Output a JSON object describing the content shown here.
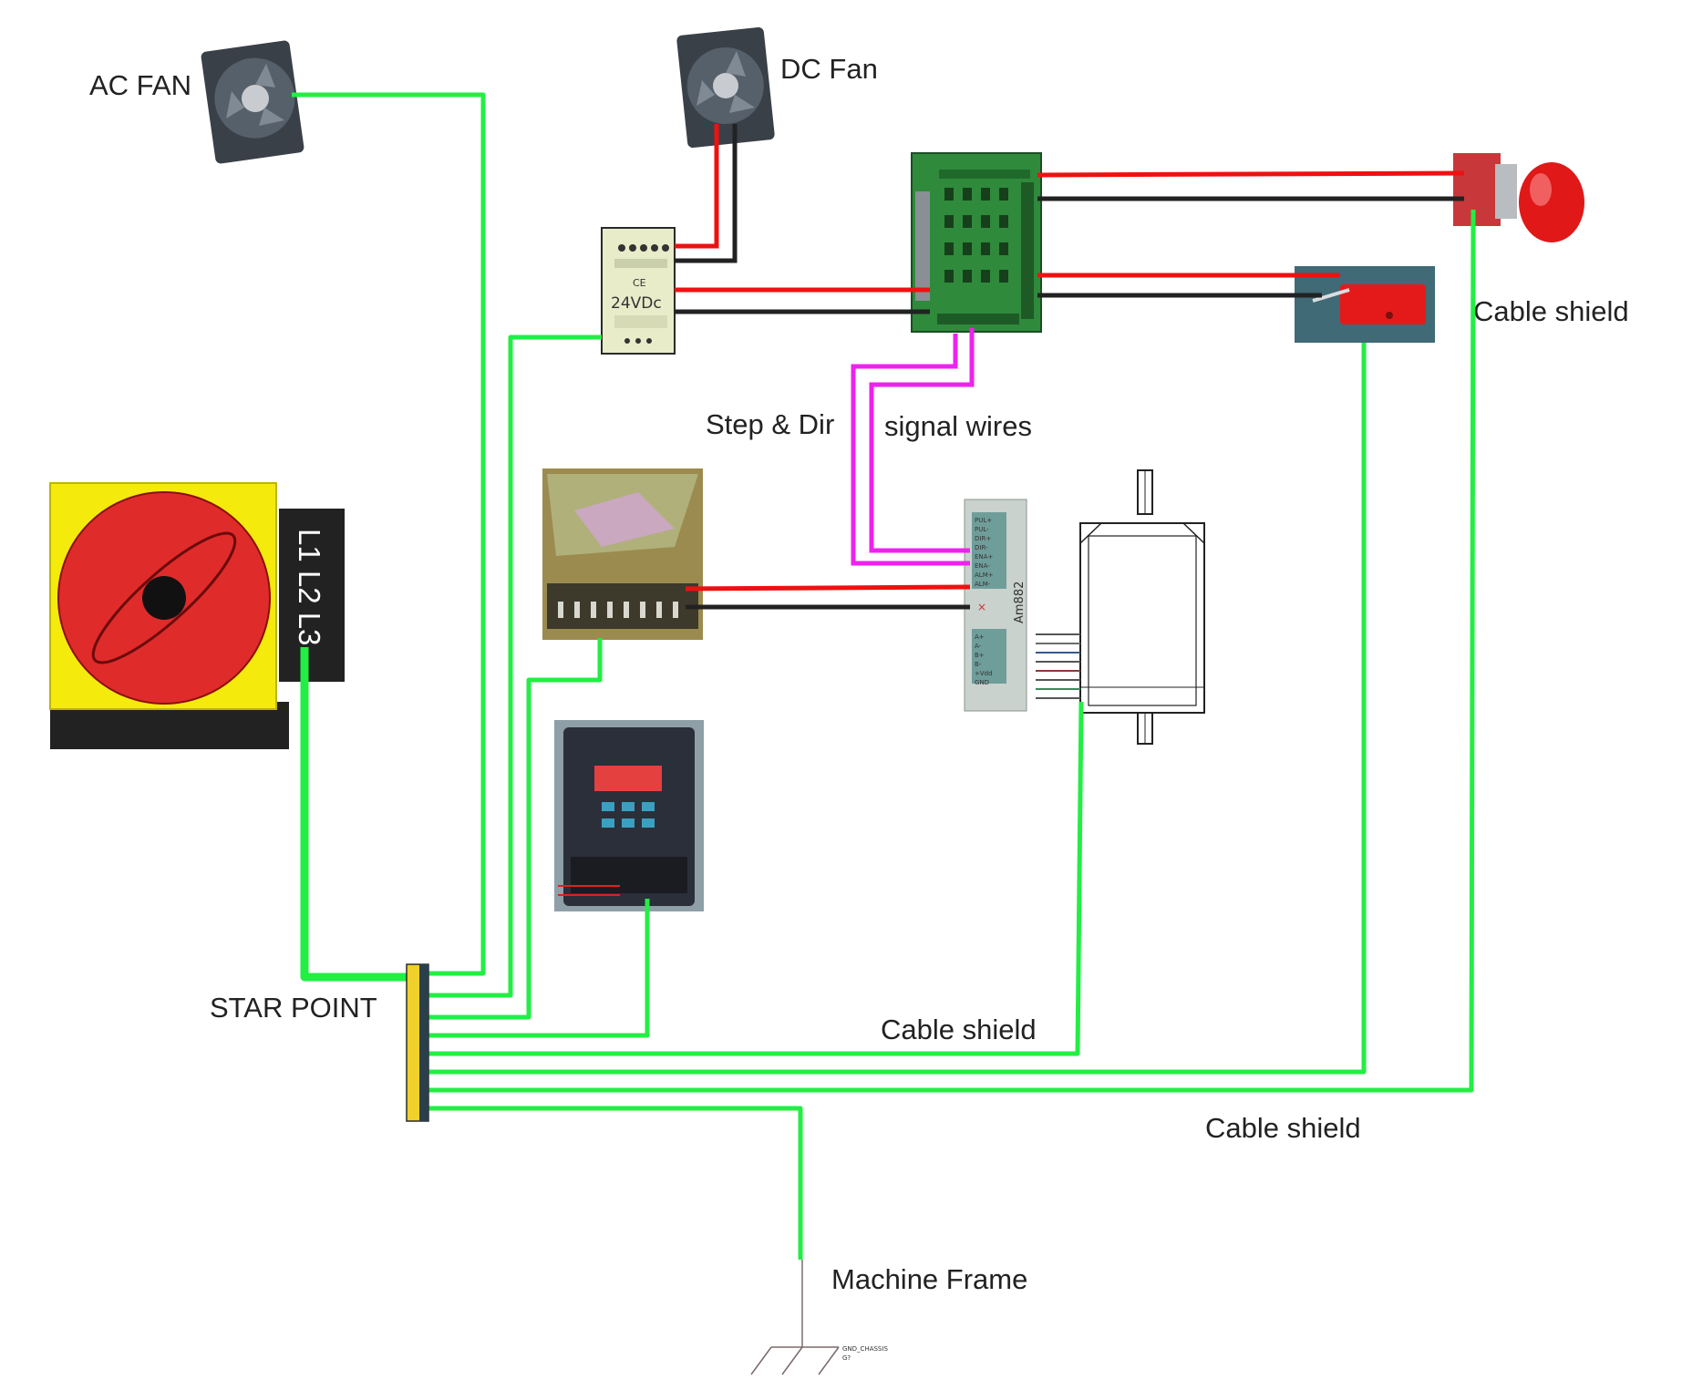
{
  "labels": {
    "ac_fan": "AC FAN",
    "dc_fan": "DC Fan",
    "cable_shield_estop": "Cable shield",
    "step_dir": "Step & Dir",
    "signal_wires": "signal wires",
    "star_point": "STAR POINT",
    "cable_shield_motor": "Cable shield",
    "cable_shield_bottom": "Cable shield",
    "machine_frame": "Machine Frame"
  },
  "psu24": {
    "voltage": "24VDc",
    "ce_mark": "CE"
  },
  "isolator": {
    "phases": "L1 L2 L3"
  },
  "stepper_driver": {
    "model": "Am882",
    "signal_pins": [
      "PUL+",
      "PUL-",
      "DIR+",
      "DIR-",
      "ENA+",
      "ENA-",
      "ALM+",
      "ALM-"
    ],
    "power_pins": [
      "A+",
      "A-",
      "B+",
      "B-",
      "+Vdd",
      "GND"
    ]
  },
  "ground_symbol": {
    "net_name": "GND_CHASSIS",
    "ref": "G?"
  },
  "colors": {
    "ground_wire": "#22ee44",
    "positive_wire": "#ee1111",
    "negative_wire": "#222222",
    "signal_wire": "#ee22ee",
    "isolator_yellow": "#f4ea0c",
    "isolator_red": "#e02b2b",
    "pcb_green": "#2f8a3c"
  }
}
